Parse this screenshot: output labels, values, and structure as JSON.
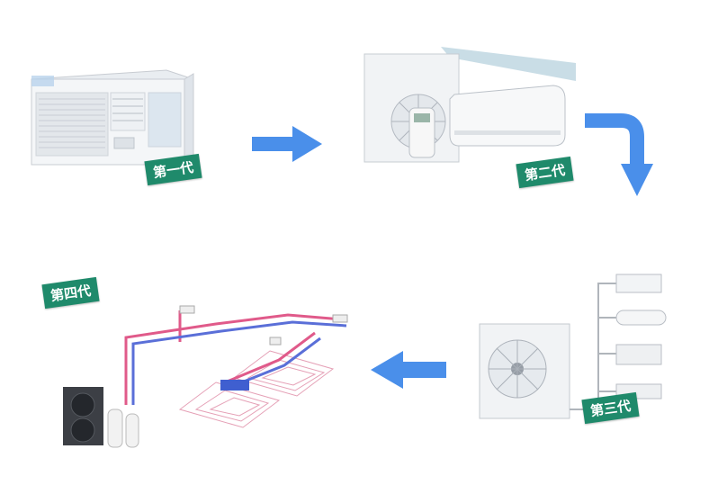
{
  "diagram": {
    "generations": [
      {
        "label": "第一代"
      },
      {
        "label": "第二代"
      },
      {
        "label": "第三代"
      },
      {
        "label": "第四代"
      }
    ],
    "colors": {
      "tag": "#1f8a6b",
      "arrow": "#4a8fea",
      "pipe_red": "#e05a8a",
      "pipe_blue": "#5a6fd8"
    }
  }
}
